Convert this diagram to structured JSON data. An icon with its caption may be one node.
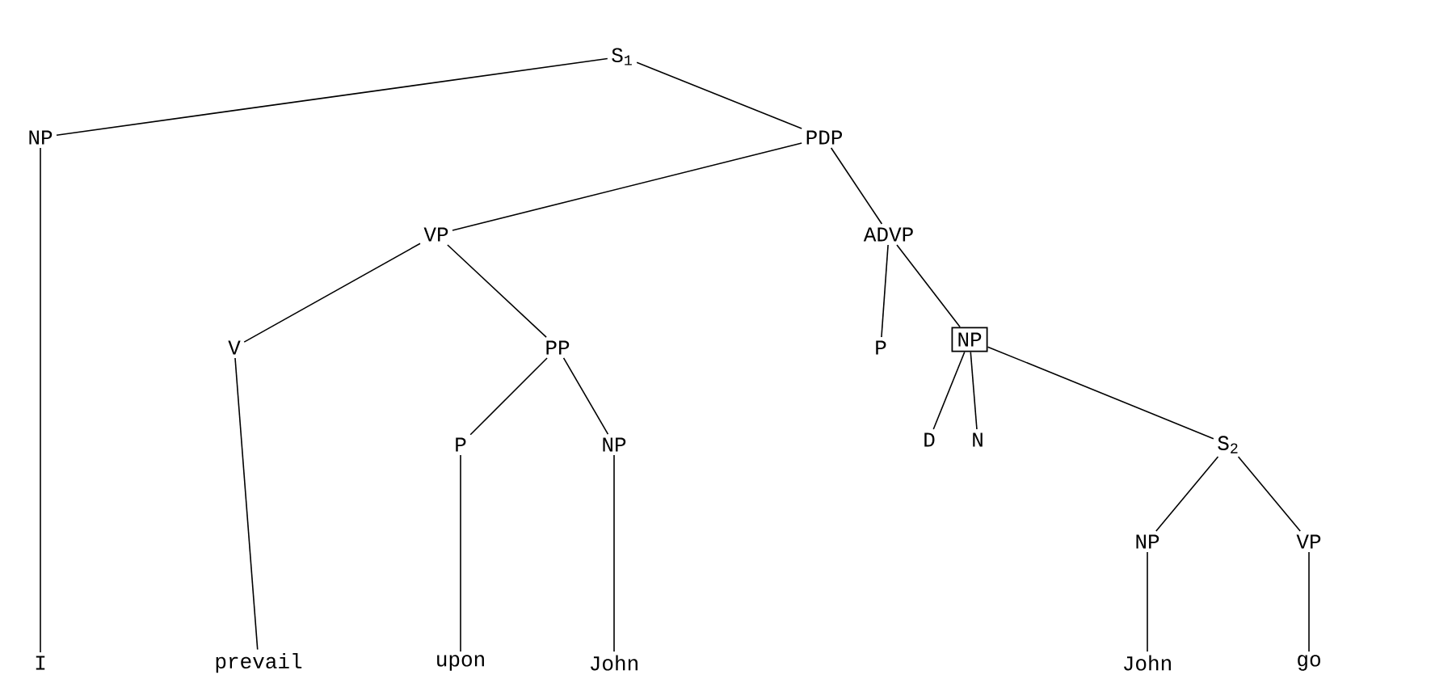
{
  "diagram": {
    "nodes": [
      {
        "text": [
          "S$_{1}$"
        ]
      },
      {
        "text": [
          "NP"
        ]
      },
      {
        "text": [
          "PDP"
        ]
      },
      {
        "text": [
          "VP"
        ]
      },
      {
        "text": [
          "ADVP"
        ]
      },
      {
        "text": [
          "V"
        ]
      },
      {
        "text": [
          "PP"
        ]
      },
      {
        "text": [
          "P"
        ]
      },
      {
        "text": [
          "NP"
        ]
      },
      {
        "text": [
          "P"
        ]
      },
      {
        "text": [
          "NP"
        ]
      },
      {
        "text": [
          "D"
        ]
      },
      {
        "text": [
          "N"
        ]
      },
      {
        "text": [
          "S$_{2}$"
        ]
      },
      {
        "text": [
          "NP"
        ]
      },
      {
        "text": [
          "VP"
        ]
      },
      {
        "text": [
          "I"
        ]
      },
      {
        "text": [
          "prevail"
        ]
      },
      {
        "text": [
          "upon"
        ]
      },
      {
        "text": [
          "John"
        ]
      },
      {
        "text": [
          "John"
        ]
      },
      {
        "text": [
          "go"
        ]
      }
    ],
    "edges": [
      {
        "from": 0,
        "to": 1,
        "arrow": "none"
      },
      {
        "from": 0,
        "to": 2,
        "arrow": "none"
      },
      {
        "from": 1,
        "to": 16,
        "arrow": "none"
      },
      {
        "from": 2,
        "to": 3,
        "arrow": "none"
      },
      {
        "from": 2,
        "to": 4,
        "arrow": "none"
      },
      {
        "from": 3,
        "to": 5,
        "arrow": "none"
      },
      {
        "from": 3,
        "to": 6,
        "arrow": "none"
      },
      {
        "from": 4,
        "to": 7,
        "arrow": "none"
      },
      {
        "from": 4,
        "to": 8,
        "arrow": "none"
      },
      {
        "from": 5,
        "to": 17,
        "arrow": "none"
      },
      {
        "from": 6,
        "to": 9,
        "arrow": "none"
      },
      {
        "from": 6,
        "to": 10,
        "arrow": "none"
      },
      {
        "from": 8,
        "to": 11,
        "arrow": "none"
      },
      {
        "from": 8,
        "to": 12,
        "arrow": "none"
      },
      {
        "from": 8,
        "to": 13,
        "arrow": "none"
      },
      {
        "from": 9,
        "to": 18,
        "arrow": "none"
      },
      {
        "from": 10,
        "to": 19,
        "arrow": "none"
      },
      {
        "from": 13,
        "to": 14,
        "arrow": "none"
      },
      {
        "from": 13,
        "to": 15,
        "arrow": "none"
      },
      {
        "from": 14,
        "to": 20,
        "arrow": "none"
      },
      {
        "from": 15,
        "to": 21,
        "arrow": "none"
      }
    ]
  }
}
